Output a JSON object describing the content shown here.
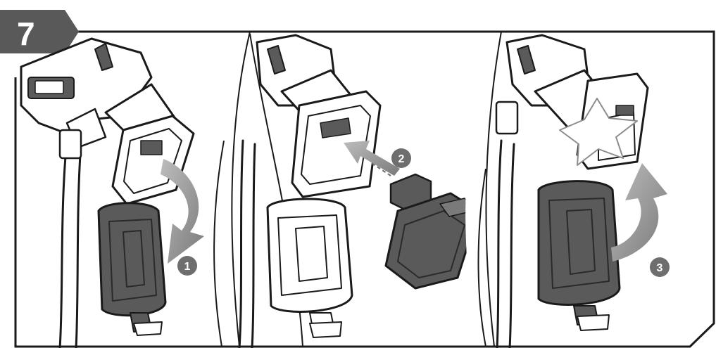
{
  "step": {
    "number": "7"
  },
  "callouts": [
    {
      "number": "1"
    },
    {
      "number": "2"
    },
    {
      "number": "3"
    }
  ],
  "colors": {
    "badge": "#595959",
    "frame": "#1a1a1a",
    "housing_dark": "#5a5a5a",
    "housing_light": "#ffffff",
    "arrow_gray": "#8c8c8c",
    "callout_fill": "#6e6e6e",
    "callout_text": "#ffffff"
  },
  "icons": {
    "arrow_1": "curved-arrow-down-icon",
    "arrow_2": "straight-arrow-in-icon",
    "arrow_3": "curved-arrow-up-icon"
  }
}
